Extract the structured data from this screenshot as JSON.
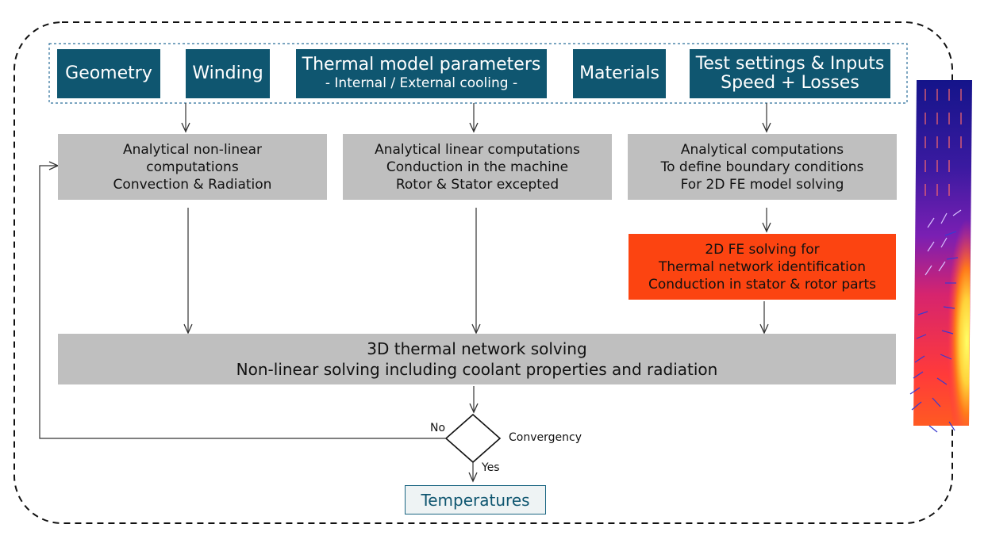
{
  "inputs": {
    "geometry": "Geometry",
    "winding": "Winding",
    "thermal_params": [
      "Thermal model parameters",
      "- Internal / External cooling -"
    ],
    "materials": "Materials",
    "test_settings": [
      "Test settings & Inputs",
      "Speed + Losses"
    ]
  },
  "computations": {
    "nonlinear": [
      "Analytical non-linear",
      "computations",
      "Convection & Radiation"
    ],
    "linear": [
      "Analytical linear computations",
      "Conduction in the machine",
      "Rotor & Stator excepted"
    ],
    "boundary": [
      "Analytical computations",
      "To define boundary conditions",
      "For 2D FE model solving"
    ]
  },
  "fe_solving": [
    "2D FE solving for",
    "Thermal network identification",
    "Conduction in stator & rotor parts"
  ],
  "network": [
    "3D thermal network solving",
    "Non-linear solving including coolant properties and radiation"
  ],
  "decision": {
    "label": "Convergency",
    "no": "No",
    "yes": "Yes"
  },
  "output": "Temperatures",
  "colors": {
    "input_box": "#0f5670",
    "grey_box": "#bfbfbf",
    "fe_box": "#fc4411",
    "fe_gradient": [
      "#1a1a8c",
      "#6b1fb3",
      "#d6246e",
      "#ff7a1a",
      "#ffe84a"
    ]
  }
}
